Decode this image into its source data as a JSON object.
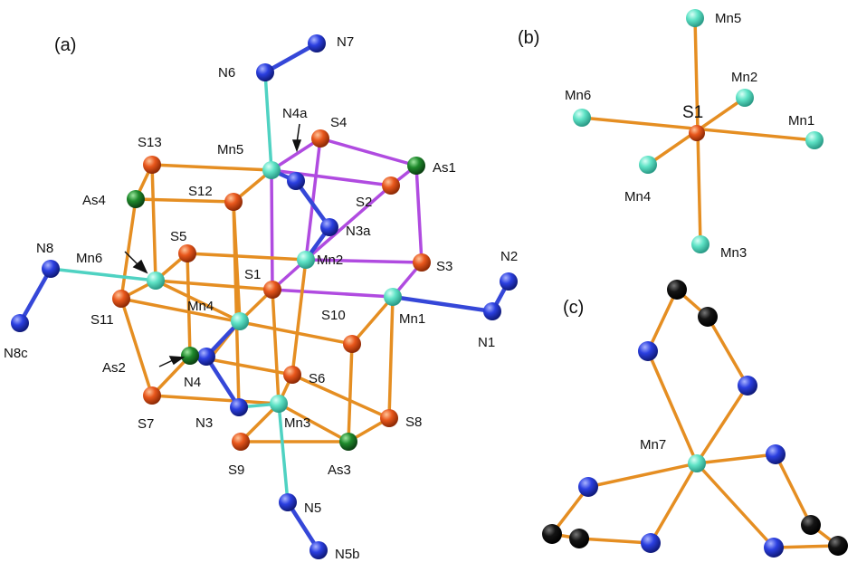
{
  "panels": [
    {
      "id": "a",
      "label": "(a)"
    },
    {
      "id": "b",
      "label": "(b)"
    },
    {
      "id": "c",
      "label": "(c)"
    }
  ],
  "colors": {
    "mn": "#5fe3c6",
    "s": "#e8571c",
    "as": "#1f8a2c",
    "n": "#2b3fe0",
    "c": "#141414",
    "bond_orange": "#e58e22",
    "bond_purple": "#b04be0",
    "bond_blue": "#3547d8",
    "bond_cyan": "#4fd2c2"
  },
  "labels_a": {
    "n7": "N7",
    "n6": "N6",
    "n4a": "N4a",
    "s4": "S4",
    "s13": "S13",
    "mn5": "Mn5",
    "as1": "As1",
    "as4": "As4",
    "s12": "S12",
    "s2": "S2",
    "n3a": "N3a",
    "s5": "S5",
    "n8": "N8",
    "mn6": "Mn6",
    "mn2": "Mn2",
    "s1": "S1",
    "s3": "S3",
    "n2": "N2",
    "mn4": "Mn4",
    "s11": "S11",
    "s10": "S10",
    "mn1": "Mn1",
    "n8c": "N8c",
    "n1": "N1",
    "as2": "As2",
    "s6": "S6",
    "n4": "N4",
    "s7": "S7",
    "n3": "N3",
    "mn3": "Mn3",
    "s8": "S8",
    "s9": "S9",
    "as3": "As3",
    "n5": "N5",
    "n5b": "N5b"
  },
  "labels_b": {
    "mn5": "Mn5",
    "mn6": "Mn6",
    "mn2": "Mn2",
    "s1": "S1",
    "mn1": "Mn1",
    "mn4": "Mn4",
    "mn3": "Mn3"
  },
  "labels_c": {
    "mn7": "Mn7"
  }
}
